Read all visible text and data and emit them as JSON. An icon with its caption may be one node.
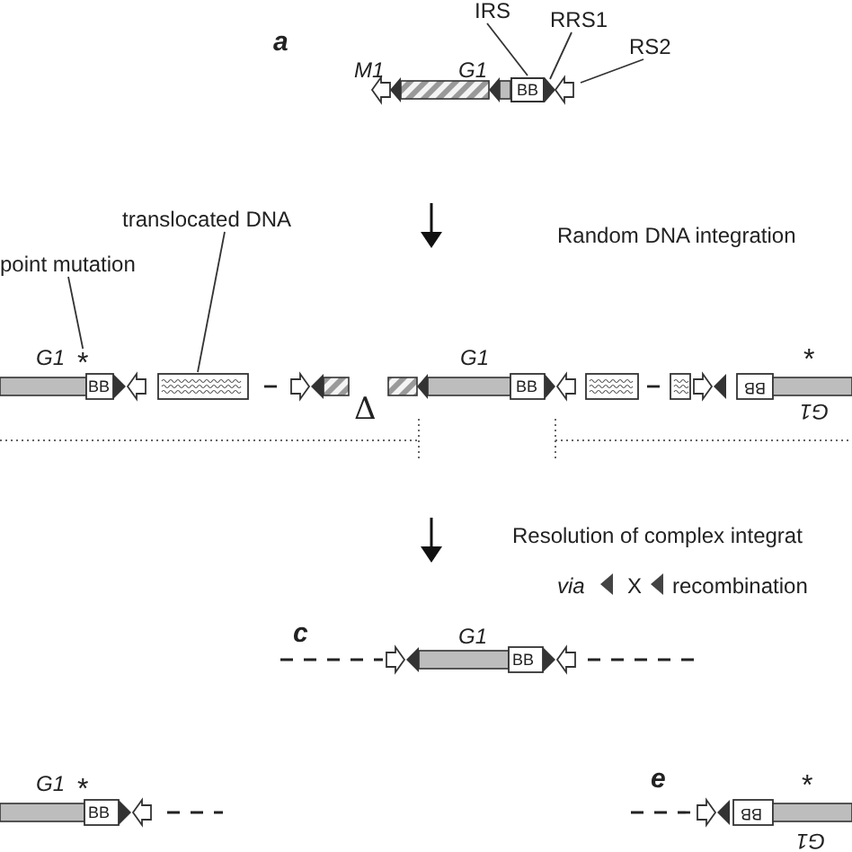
{
  "diagram": {
    "nodes": [
      {
        "text": [
          "IRS"
        ]
      },
      {
        "text": [
          "RRS1"
        ]
      },
      {
        "text": [
          "RS2"
        ]
      },
      {
        "text": [
          "translocated DNA"
        ]
      },
      {
        "text": [
          "point mutation"
        ]
      },
      {
        "text": [
          "BB"
        ]
      },
      {
        "text": [],
        "shape": "triangle"
      },
      {
        "text": [],
        "shape": "arrow"
      },
      {
        "text": [],
        "shape": "box"
      },
      {
        "text": [
          "*"
        ]
      }
    ],
    "edges": [
      {
        "from": 0,
        "to": 5,
        "arrow": "none"
      },
      {
        "from": 1,
        "to": 6,
        "arrow": "none"
      },
      {
        "from": 2,
        "to": 7,
        "arrow": "none"
      },
      {
        "from": 3,
        "to": 8,
        "arrow": "none"
      },
      {
        "from": 4,
        "to": 9,
        "arrow": "none"
      }
    ],
    "labels": [
      "a",
      "M1",
      "G1",
      "Random DNA integration",
      "G1",
      "BB",
      "Δ",
      "G1",
      "BB",
      "*",
      "BB",
      "G1",
      "Resolution of complex integrat",
      "via",
      "X",
      "recombination",
      "c",
      "G1",
      "BB",
      "G1",
      "*",
      "BB",
      "e",
      "*",
      "BB",
      "G1"
    ]
  }
}
